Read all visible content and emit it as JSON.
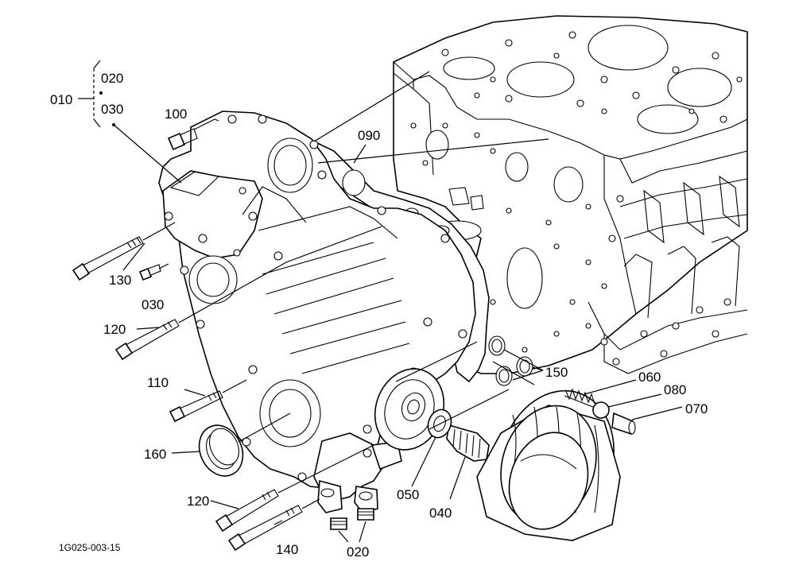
{
  "drawing_code": "1G025-003-15",
  "callouts": {
    "group_010": "010",
    "group_020": "020",
    "group_030": "030",
    "c100": "100",
    "c090": "090",
    "c130": "130",
    "c030": "030",
    "c120_top": "120",
    "c110": "110",
    "c160": "160",
    "c120_bottom": "120",
    "c140": "140",
    "c020_bottom": "020",
    "c050": "050",
    "c040": "040",
    "c150": "150",
    "c060": "060",
    "c080": "080",
    "c070": "070"
  }
}
